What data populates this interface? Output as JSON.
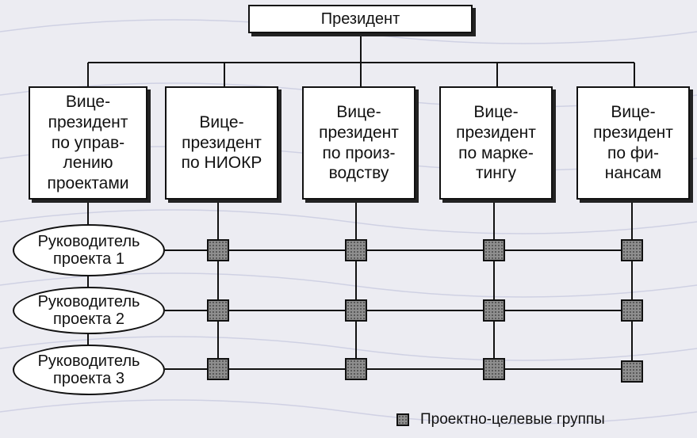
{
  "president": "Президент",
  "vice_presidents": [
    {
      "id": "projects",
      "label": "Вице-\nпрезидент\nпо управ-\nлению\nпроектами"
    },
    {
      "id": "rnd",
      "label": "Вице-\nпрезидент\nпо НИОКР"
    },
    {
      "id": "production",
      "label": "Вице-\nпрезидент\nпо произ-\nводству"
    },
    {
      "id": "marketing",
      "label": "Вице-\nпрезидент\nпо марке-\nтингу"
    },
    {
      "id": "finance",
      "label": "Вице-\nпрезидент\nпо фи-\nнансам"
    }
  ],
  "project_managers": [
    {
      "label": "Руководитель\nпроекта 1"
    },
    {
      "label": "Руководитель\nпроекта 2"
    },
    {
      "label": "Руководитель\nпроекта 3"
    }
  ],
  "legend": {
    "label": "Проектно-целевые группы"
  }
}
